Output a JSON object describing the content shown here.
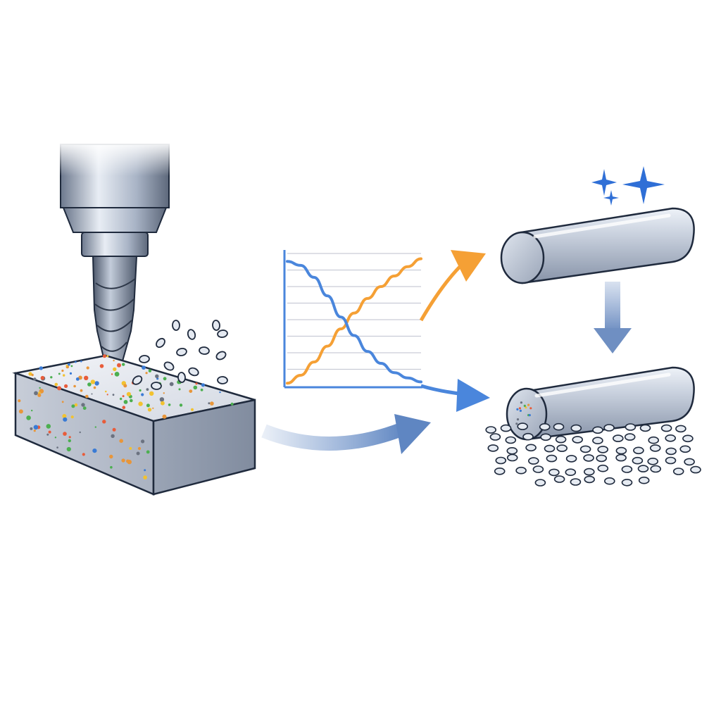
{
  "colors": {
    "background": "#ffffff",
    "outline": "#1f2a3d",
    "steel_light": "#dfe5ef",
    "steel_mid": "#a9b4c6",
    "steel_dark": "#6c788d",
    "orange_curve": "#f5a035",
    "blue_curve": "#4a86dc",
    "flow_arrow": "#6f93c9",
    "sparkle": "#2f6fd6",
    "chart_grid": "#c9ccd6",
    "speckles": [
      "#e8963a",
      "#3a7bd5",
      "#4caf50",
      "#f2c230",
      "#6b7280",
      "#e85c3a"
    ]
  },
  "icons": {
    "tool": "end-mill-drill-icon",
    "workpiece": "speckled-block-icon",
    "chart": "crossing-curves-chart-icon",
    "bar_polished": "cylinder-bar-icon",
    "bar_worn": "cylinder-bar-with-chips-icon",
    "sparkle": "sparkle-icon"
  },
  "chart_data": {
    "type": "line",
    "title": "",
    "xlabel": "",
    "ylabel": "",
    "xlim": [
      0,
      10
    ],
    "ylim": [
      0,
      10
    ],
    "grid": true,
    "series": [
      {
        "color": "#f5a035",
        "x": [
          0,
          1,
          2,
          3,
          4,
          5,
          6,
          7,
          8,
          9,
          10
        ],
        "y": [
          0.2,
          0.8,
          1.8,
          3.0,
          4.3,
          5.5,
          6.6,
          7.5,
          8.3,
          9.0,
          9.6
        ]
      },
      {
        "color": "#4a86dc",
        "x": [
          0,
          1,
          2,
          3,
          4,
          5,
          6,
          7,
          8,
          9,
          10
        ],
        "y": [
          9.4,
          9.1,
          8.2,
          6.8,
          5.2,
          3.8,
          2.6,
          1.7,
          1.0,
          0.6,
          0.3
        ]
      }
    ]
  }
}
